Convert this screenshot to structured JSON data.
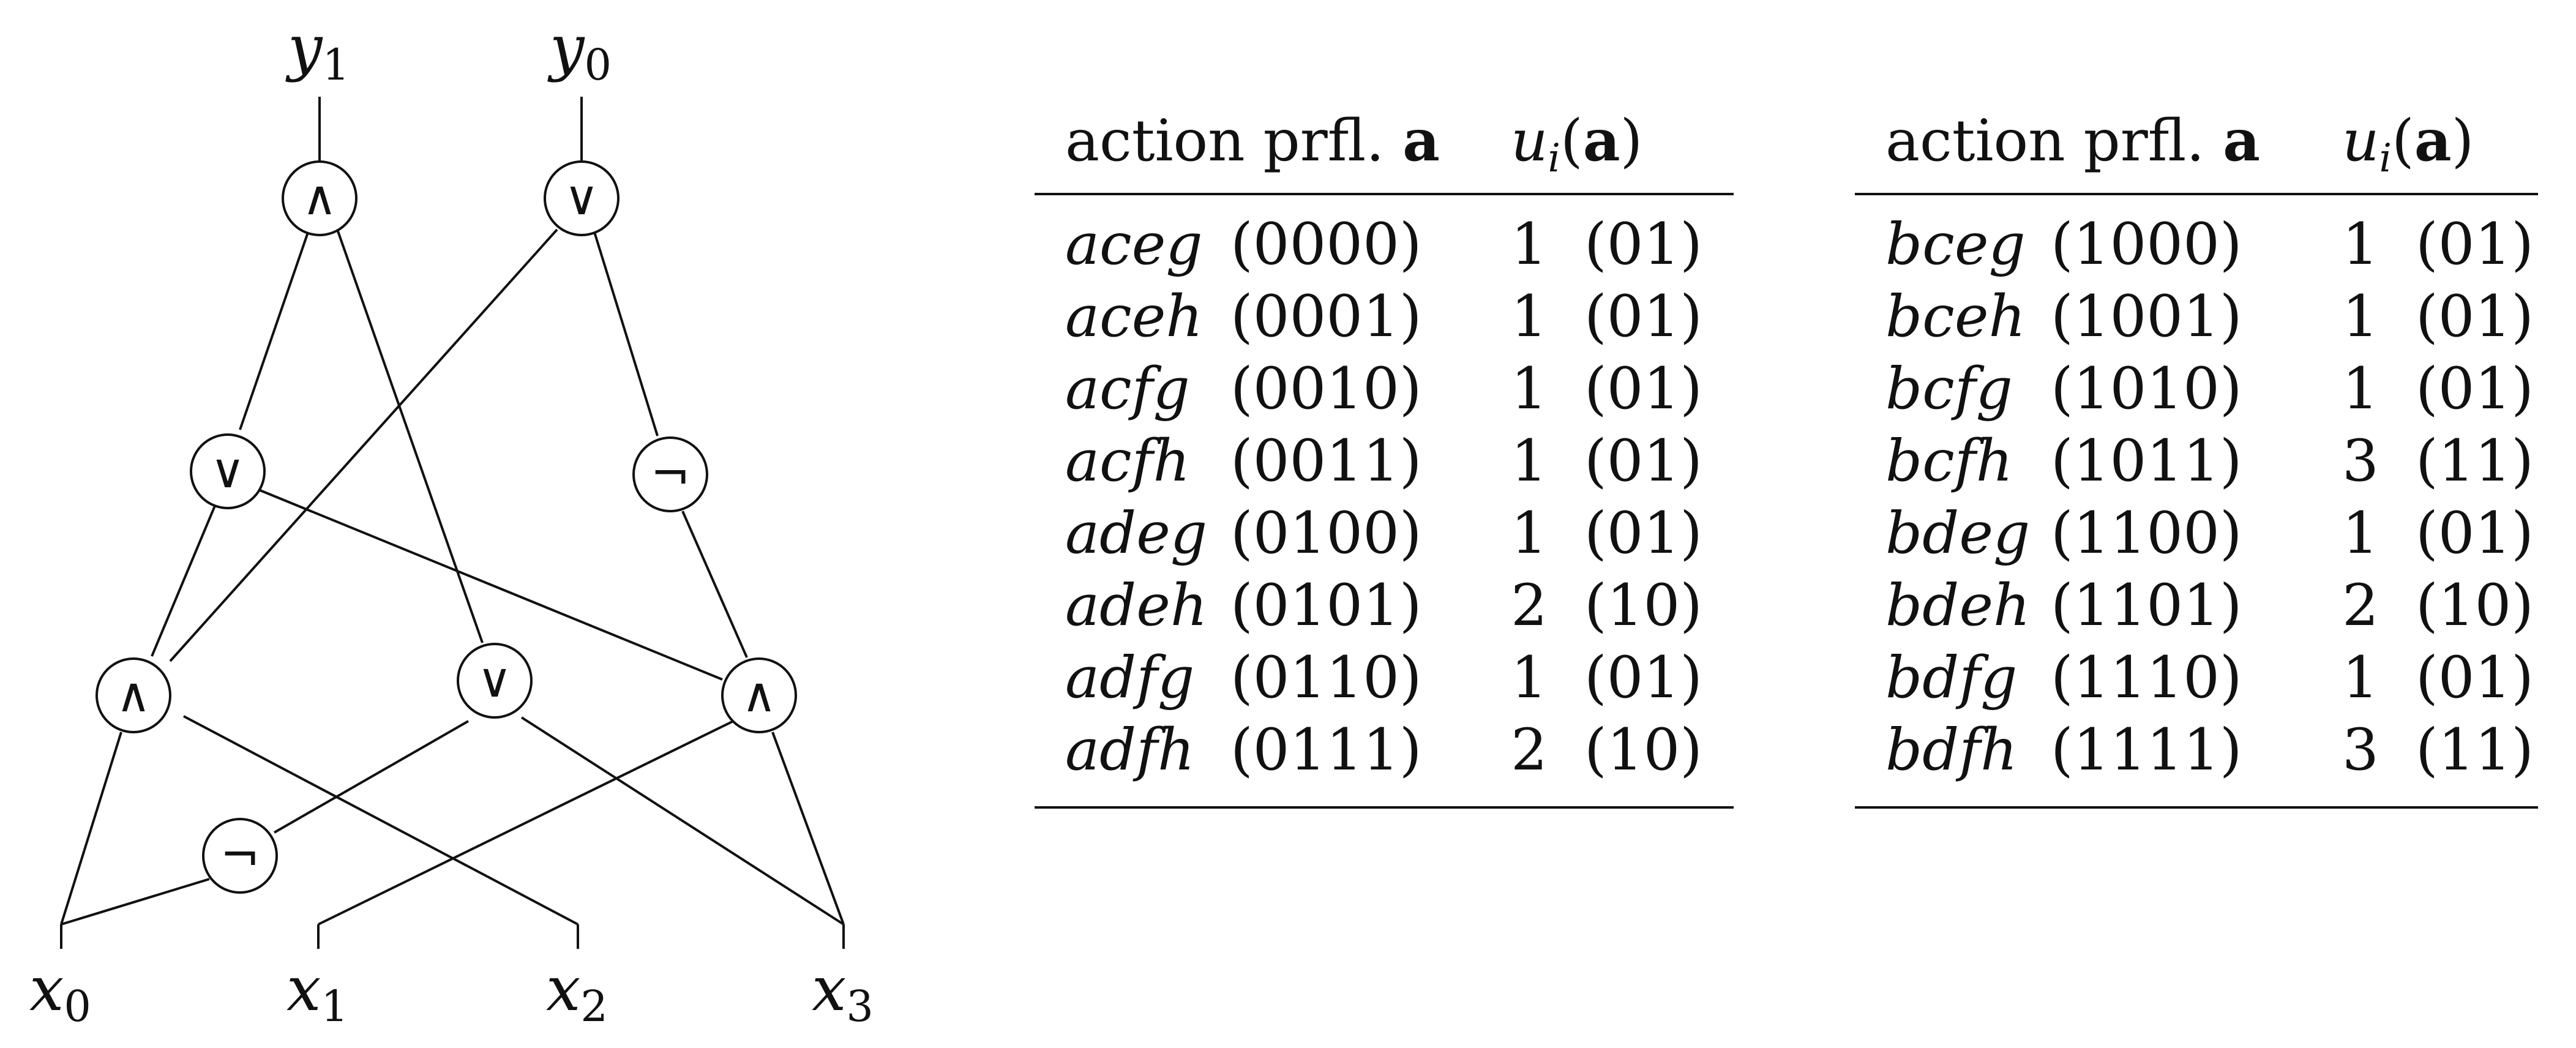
{
  "circuit": {
    "outputs": [
      {
        "var": "y",
        "sub": "1"
      },
      {
        "var": "y",
        "sub": "0"
      }
    ],
    "inputs": [
      {
        "var": "x",
        "sub": "0"
      },
      {
        "var": "x",
        "sub": "1"
      },
      {
        "var": "x",
        "sub": "2"
      },
      {
        "var": "x",
        "sub": "3"
      }
    ],
    "gates": [
      {
        "id": "g-and-top",
        "symbol": "∧"
      },
      {
        "id": "g-or-top",
        "symbol": "∨"
      },
      {
        "id": "g-or-mid",
        "symbol": "∨"
      },
      {
        "id": "g-not-mid",
        "symbol": "¬"
      },
      {
        "id": "g-and-left",
        "symbol": "∧"
      },
      {
        "id": "g-or-center",
        "symbol": "∨"
      },
      {
        "id": "g-and-right",
        "symbol": "∧"
      },
      {
        "id": "g-not-bottom",
        "symbol": "¬"
      }
    ]
  },
  "tables": [
    {
      "header": {
        "action_text": "action prfl. ",
        "action_bold": "a",
        "u_var": "u",
        "u_sub": "i",
        "u_open": "(",
        "u_bold": "a",
        "u_close": ")"
      },
      "rows": [
        {
          "action": "aceg",
          "bits": "(0000)",
          "u": "1",
          "ubits": "(01)"
        },
        {
          "action": "aceh",
          "bits": "(0001)",
          "u": "1",
          "ubits": "(01)"
        },
        {
          "action": "acfg",
          "bits": "(0010)",
          "u": "1",
          "ubits": "(01)"
        },
        {
          "action": "acfh",
          "bits": "(0011)",
          "u": "1",
          "ubits": "(01)"
        },
        {
          "action": "adeg",
          "bits": "(0100)",
          "u": "1",
          "ubits": "(01)"
        },
        {
          "action": "adeh",
          "bits": "(0101)",
          "u": "2",
          "ubits": "(10)"
        },
        {
          "action": "adfg",
          "bits": "(0110)",
          "u": "1",
          "ubits": "(01)"
        },
        {
          "action": "adfh",
          "bits": "(0111)",
          "u": "2",
          "ubits": "(10)"
        }
      ]
    },
    {
      "header": {
        "action_text": "action prfl. ",
        "action_bold": "a",
        "u_var": "u",
        "u_sub": "i",
        "u_open": "(",
        "u_bold": "a",
        "u_close": ")"
      },
      "rows": [
        {
          "action": "bceg",
          "bits": "(1000)",
          "u": "1",
          "ubits": "(01)"
        },
        {
          "action": "bceh",
          "bits": "(1001)",
          "u": "1",
          "ubits": "(01)"
        },
        {
          "action": "bcfg",
          "bits": "(1010)",
          "u": "1",
          "ubits": "(01)"
        },
        {
          "action": "bcfh",
          "bits": "(1011)",
          "u": "3",
          "ubits": "(11)"
        },
        {
          "action": "bdeg",
          "bits": "(1100)",
          "u": "1",
          "ubits": "(01)"
        },
        {
          "action": "bdeh",
          "bits": "(1101)",
          "u": "2",
          "ubits": "(10)"
        },
        {
          "action": "bdfg",
          "bits": "(1110)",
          "u": "1",
          "ubits": "(01)"
        },
        {
          "action": "bdfh",
          "bits": "(1111)",
          "u": "3",
          "ubits": "(11)"
        }
      ]
    }
  ]
}
